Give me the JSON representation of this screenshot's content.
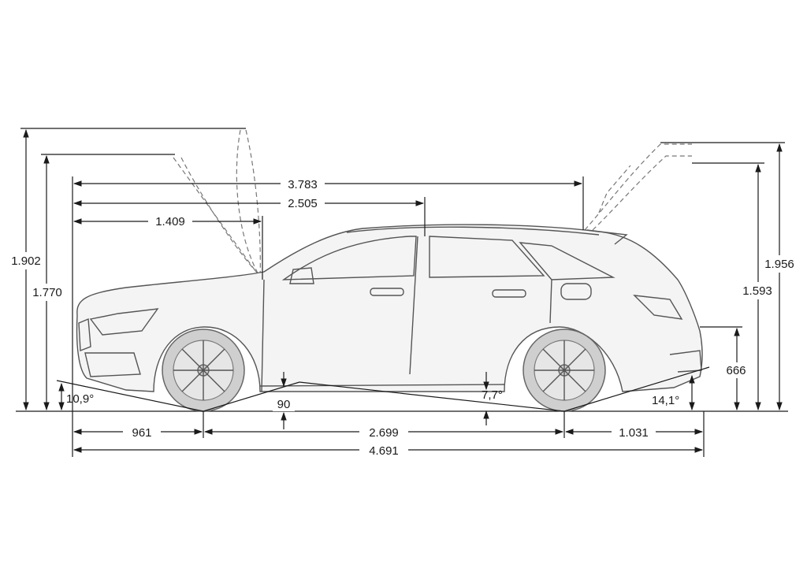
{
  "diagram": {
    "top_labels": {
      "overall_length_to_tailgate": "3.783",
      "front_to_b_pillar": "2.505",
      "front_to_a_pillar": "1.409"
    },
    "left_labels": {
      "height_hood_open": "1.902",
      "height_hood_open_inner": "1.770"
    },
    "right_labels": {
      "height_tailgate_open": "1.956",
      "height_tailgate_open_inner": "1.593",
      "rear_edge_height": "666"
    },
    "angle_labels": {
      "approach_angle": "10,9°",
      "ramp_angle": "7,7°",
      "departure_angle": "14,1°"
    },
    "ground_clearance": "90",
    "bottom_labels": {
      "front_overhang": "961",
      "wheelbase": "2.699",
      "rear_overhang": "1.031",
      "overall_length": "4.691"
    }
  }
}
